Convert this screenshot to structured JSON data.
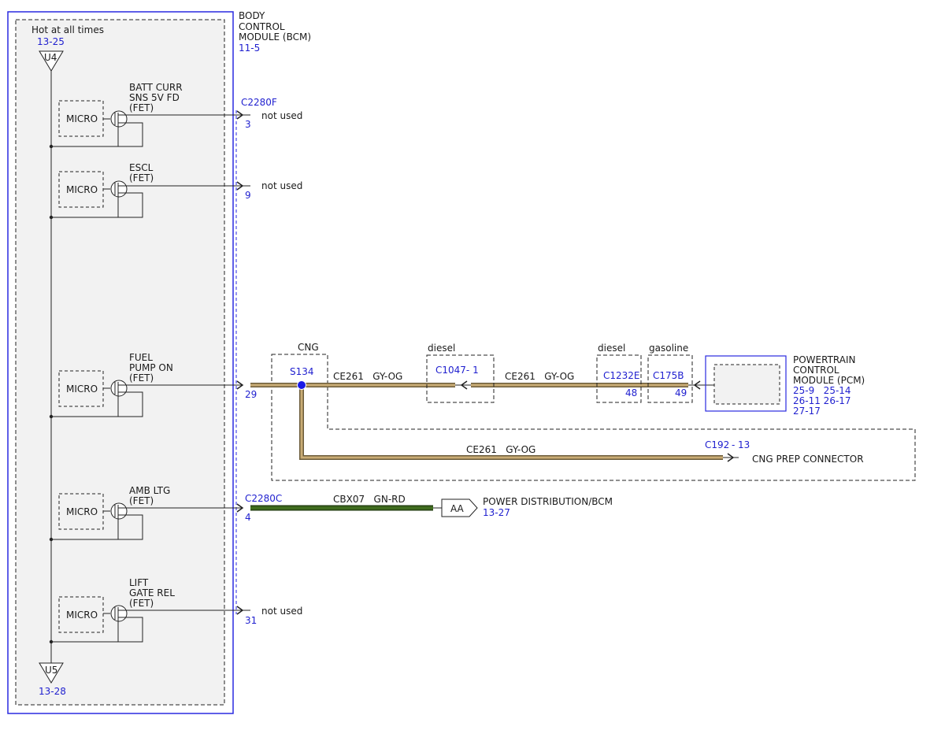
{
  "colors": {
    "module_border": "#2a2ae0",
    "ref_text": "#1f1fcf",
    "wire_gy_og": "#b49a6a",
    "wire_gn_rd": "#3f6b1e",
    "module_fill": "#f2f2f2",
    "splice_dot": "#1a1ae6"
  },
  "bcm": {
    "name_lines": [
      "BODY",
      "CONTROL",
      "MODULE (BCM)"
    ],
    "ref": "11-5",
    "hot_label": "Hot at all times",
    "top_ref": "13-25",
    "top_node": "U4",
    "bottom_node": "U5",
    "bottom_ref": "13-28",
    "micro_label": "MICRO"
  },
  "outputs": [
    {
      "label_lines": [
        "BATT CURR",
        "SNS 5V FD",
        "(FET)"
      ],
      "connector": "C2280F",
      "pin": "3",
      "dest": "not used"
    },
    {
      "label_lines": [
        "ESCL",
        "(FET)"
      ],
      "connector": "",
      "pin": "9",
      "dest": "not used"
    },
    {
      "label_lines": [
        "FUEL",
        "PUMP ON",
        "(FET)"
      ],
      "connector": "",
      "pin": "29",
      "dest": ""
    },
    {
      "label_lines": [
        "AMB LTG",
        "(FET)"
      ],
      "connector": "C2280C",
      "pin": "4",
      "dest": ""
    },
    {
      "label_lines": [
        "LIFT",
        "GATE REL",
        "(FET)"
      ],
      "connector": "",
      "pin": "31",
      "dest": "not used"
    }
  ],
  "fuel_pump_circuit": {
    "cng_label": "CNG",
    "splice": "S134",
    "wire_label_1": "CE261   GY-OG",
    "wire_label_2": "CE261   GY-OG",
    "wire_label_3": "CE261   GY-OG",
    "c1047_variant": "diesel",
    "c1047": "C1047- 1",
    "c1232_variant": "diesel",
    "c1232": "C1232E",
    "c1232_pin": "48",
    "c175_variant": "gasoline",
    "c175": "C175B",
    "c175_pin": "49",
    "c192": "C192",
    "c192_pin": "13",
    "cng_prep_label": "CNG PREP CONNECTOR"
  },
  "pcm": {
    "name_lines": [
      "POWERTRAIN",
      "CONTROL",
      "MODULE (PCM)"
    ],
    "refs": [
      "25-9   25-14",
      "26-11 26-17",
      "27-17"
    ]
  },
  "amb_ltg_circuit": {
    "wire_label": "CBX07   GN-RD",
    "tag": "AA",
    "dest": "POWER DISTRIBUTION/BCM",
    "dest_ref": "13-27"
  }
}
